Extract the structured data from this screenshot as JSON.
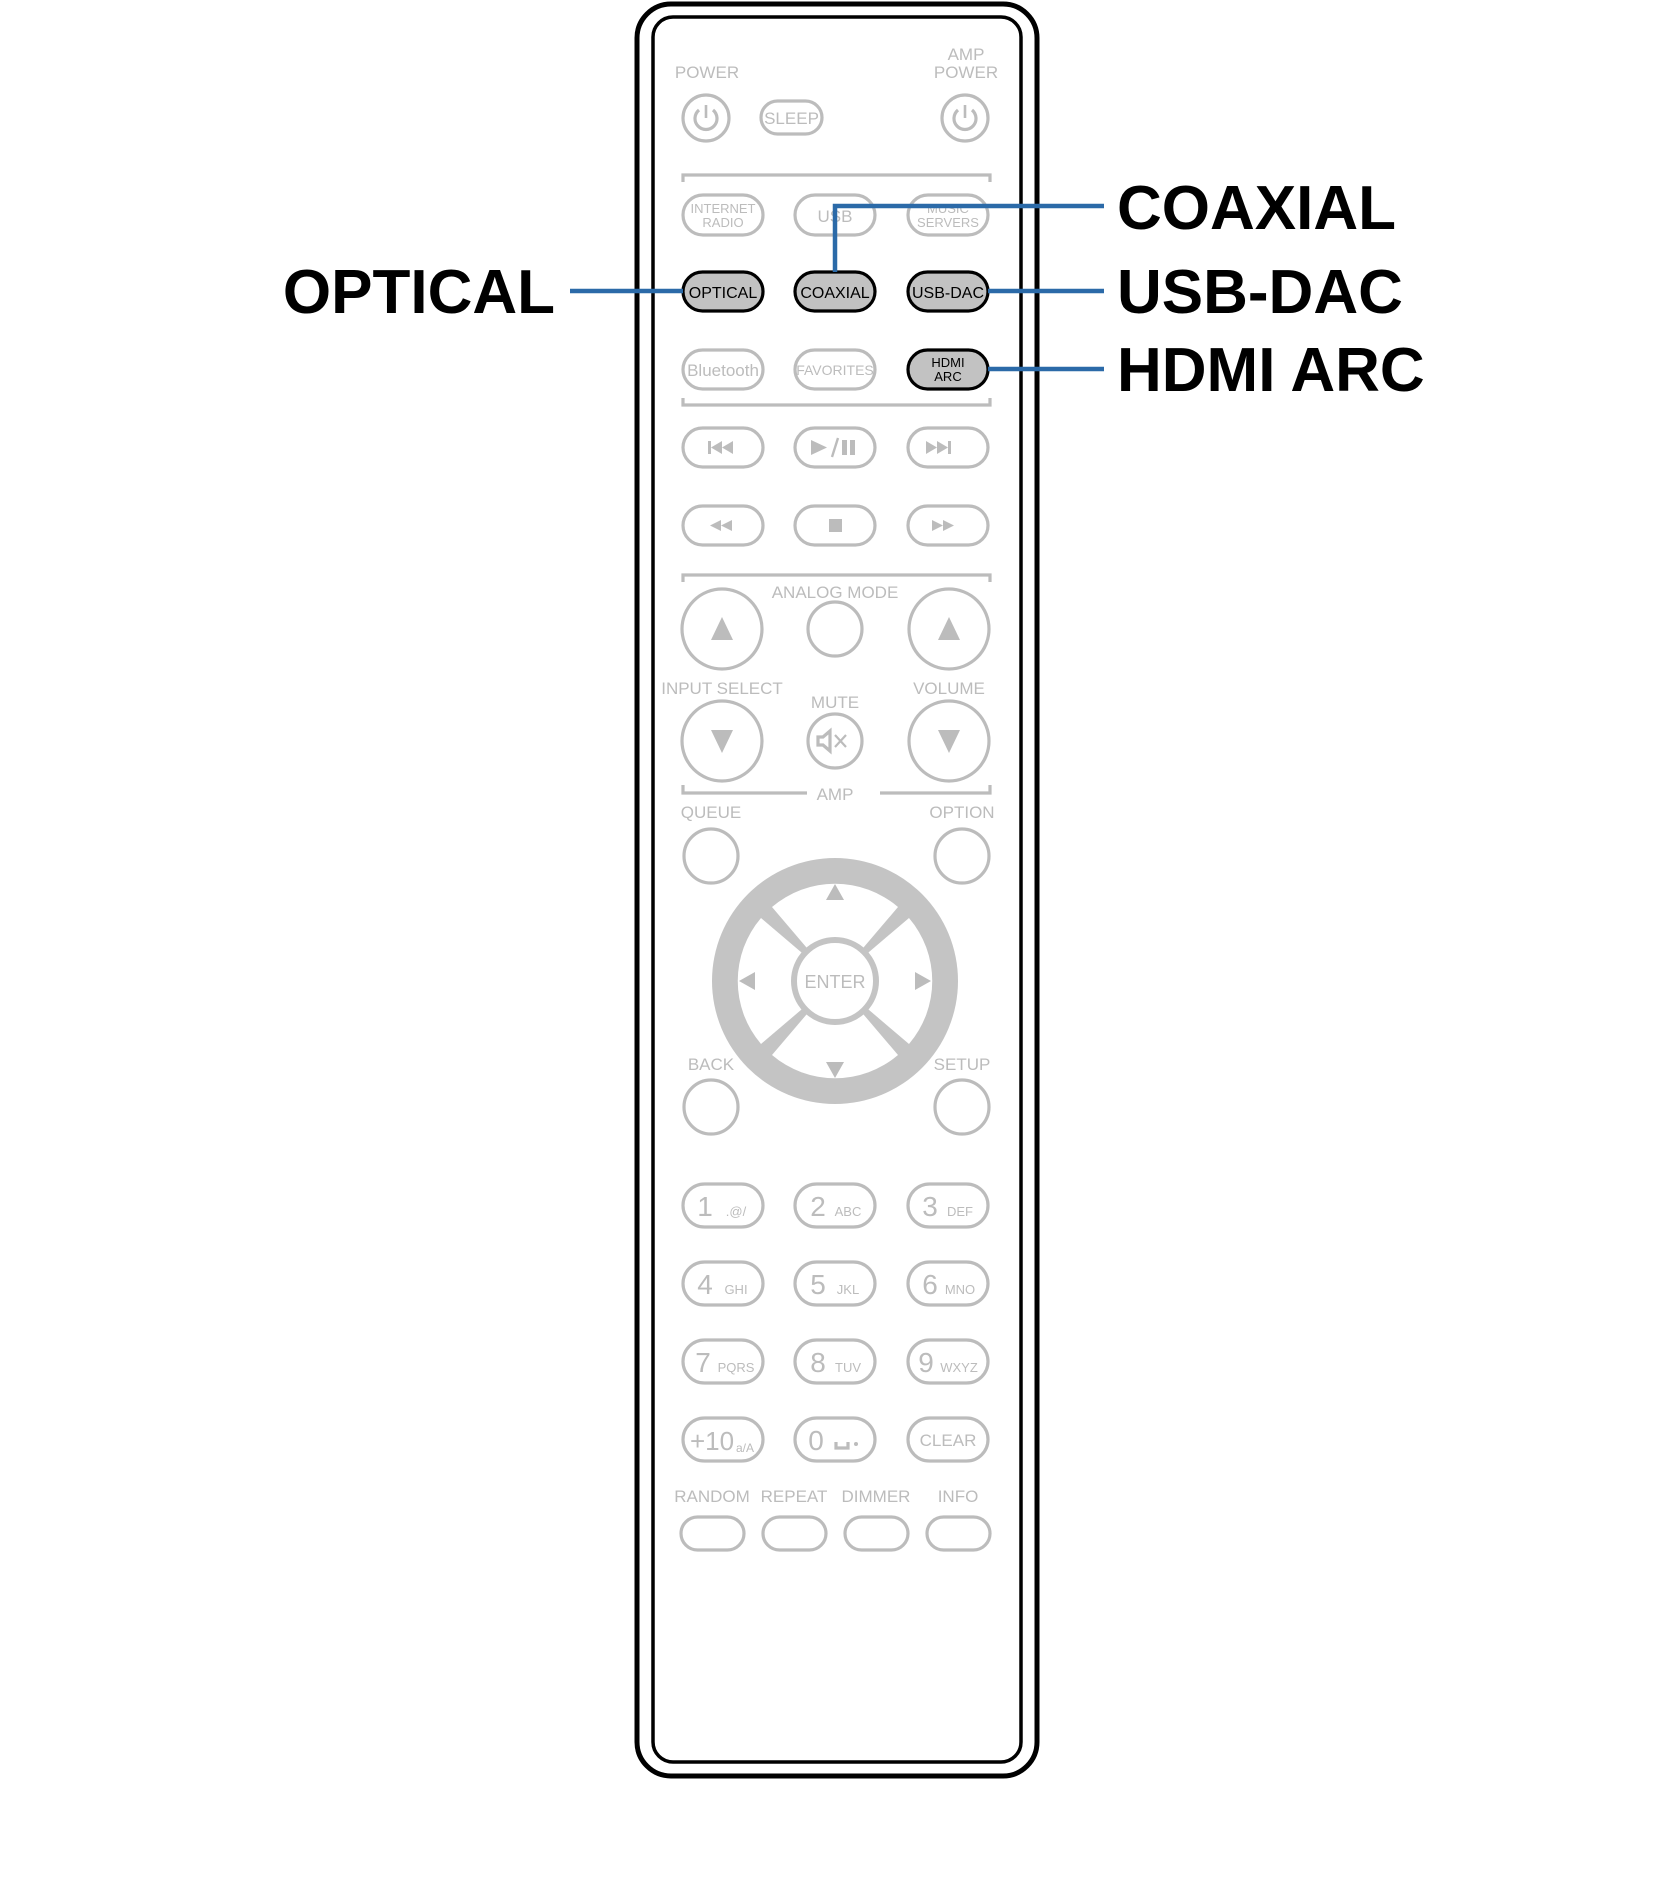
{
  "remote": {
    "power_label": "POWER",
    "amp_power_label": [
      "AMP",
      "POWER"
    ],
    "sleep_label": "SLEEP",
    "internet_radio_label": [
      "INTERNET",
      "RADIO"
    ],
    "usb_label": "USB",
    "music_servers_label": [
      "MUSIC",
      "SERVERS"
    ],
    "optical_label": "OPTICAL",
    "coaxial_label": "COAXIAL",
    "usb_dac_label": "USB-DAC",
    "hdmi_arc_label": [
      "HDMI",
      "ARC"
    ],
    "bluetooth_label": "Bluetooth",
    "favorites_label": "FAVORITES",
    "analog_mode_label": "ANALOG MODE",
    "input_select_label": "INPUT SELECT",
    "mute_label": "MUTE",
    "volume_label": "VOLUME",
    "amp_label": "AMP",
    "queue_label": "QUEUE",
    "option_label": "OPTION",
    "enter_label": "ENTER",
    "back_label": "BACK",
    "setup_label": "SETUP",
    "keypad": [
      {
        "digit": "1",
        "letters": ".@/"
      },
      {
        "digit": "2",
        "letters": "ABC"
      },
      {
        "digit": "3",
        "letters": "DEF"
      },
      {
        "digit": "4",
        "letters": "GHI"
      },
      {
        "digit": "5",
        "letters": "JKL"
      },
      {
        "digit": "6",
        "letters": "MNO"
      },
      {
        "digit": "7",
        "letters": "PQRS"
      },
      {
        "digit": "8",
        "letters": "TUV"
      },
      {
        "digit": "9",
        "letters": "WXYZ"
      }
    ],
    "plus10_label": "+10",
    "plus10_sub": "a/A",
    "zero_label": "0",
    "clear_label": "CLEAR",
    "random_label": "RANDOM",
    "repeat_label": "REPEAT",
    "dimmer_label": "DIMMER",
    "info_label": "INFO"
  },
  "callouts": {
    "optical": "OPTICAL",
    "coaxial": "COAXIAL",
    "usb_dac": "USB-DAC",
    "hdmi_arc": "HDMI ARC"
  },
  "colors": {
    "leader_line": "#2b6aa8",
    "highlight_fill": "#c2c2c2",
    "inactive_gray": "#bcbcbc"
  }
}
